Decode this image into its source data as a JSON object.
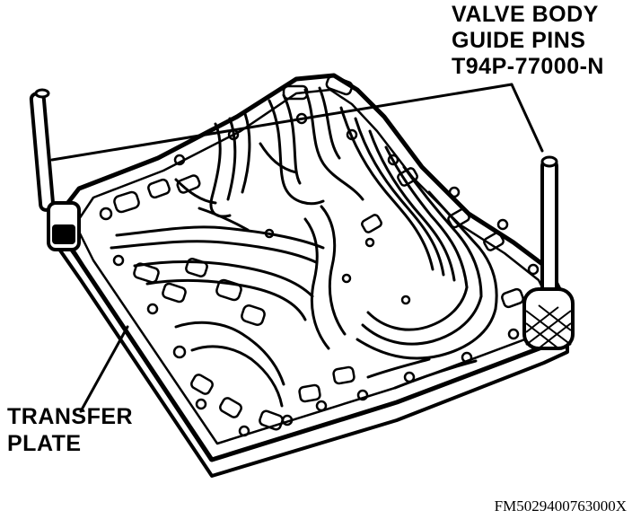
{
  "labels": {
    "guide_pins": {
      "line1": "VALVE BODY",
      "line2": "GUIDE PINS",
      "line3": "T94P-77000-N"
    },
    "transfer_plate": {
      "line1": "TRANSFER",
      "line2": "PLATE"
    }
  },
  "figure_id": "FM5029400763000X",
  "colors": {
    "ink": "#000000",
    "paper": "#ffffff"
  }
}
